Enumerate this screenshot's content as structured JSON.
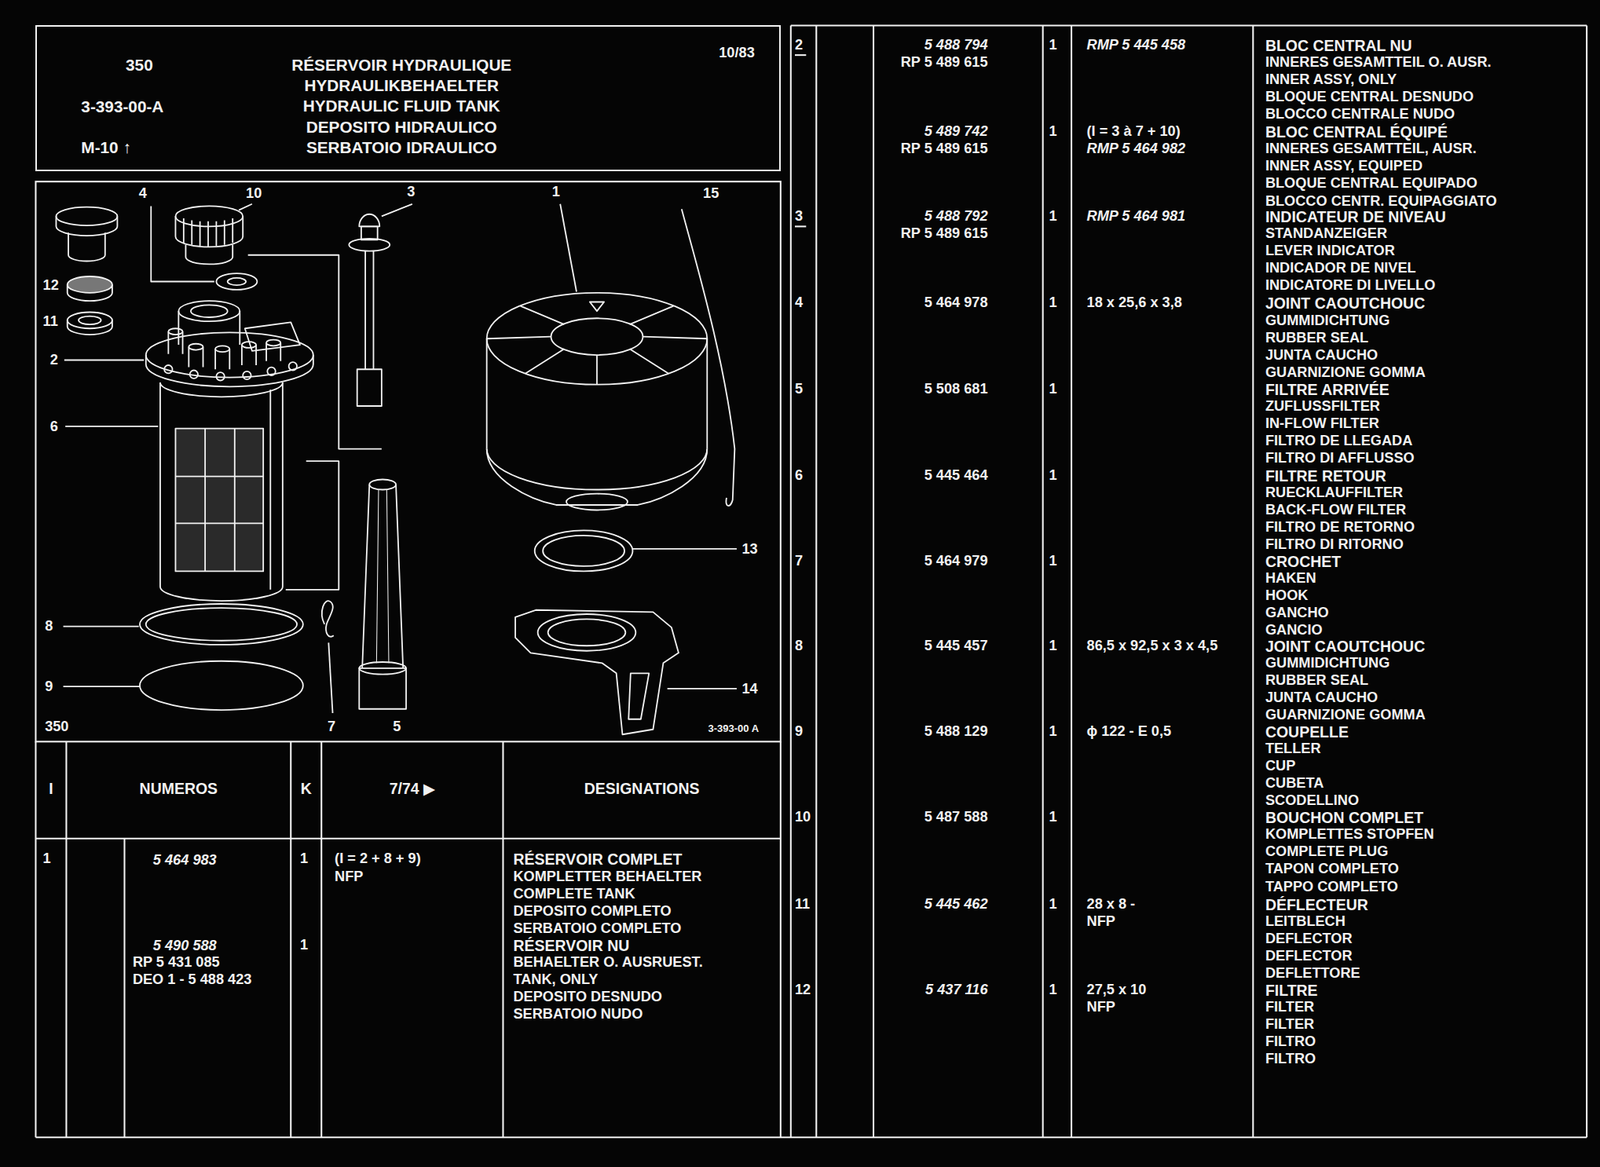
{
  "diagram": {
    "title": "RÉSERVOIR HYDRAULIQUE",
    "nodes": [
      {
        "text": [
          "350",
          "3-393-00-A",
          "M-10 ↑",
          "HYDRAULIKBEHAELTER",
          "HYDRAULIC FLUID TANK",
          "DEPOSITO HIDRAULICO",
          "SERBATOIO IDRAULICO",
          "10/83"
        ]
      }
    ],
    "labels": [
      "4",
      "10",
      "3",
      "1",
      "15",
      "12",
      "11",
      "2",
      "6",
      "13",
      "8",
      "9",
      "14",
      "350",
      "7",
      "5",
      "3-393-00 A",
      "I",
      "NUMEROS",
      "K",
      "7/74 ▶",
      "DESIGNATIONS",
      "1",
      "5 464 983",
      "1",
      "(I = 2 + 8 + 9)",
      "NFP",
      "RÉSERVOIR COMPLET",
      "KOMPLETTER BEHAELTER",
      "COMPLETE TANK",
      "DEPOSITO COMPLETO",
      "SERBATOIO COMPLETO",
      "5 490 588",
      "RP 5 431 085",
      "DEO 1 - 5 488 423",
      "1",
      "RÉSERVOIR NU",
      "BEHAELTER O. AUSRUEST.",
      "TANK, ONLY",
      "DEPOSITO DESNUDO",
      "SERBATOIO NUDO",
      "2",
      "5 488 794",
      "RP 5 489 615",
      "1",
      "RMP 5 445 458",
      "BLOC CENTRAL NU",
      "INNERES GESAMTTEIL O. AUSR.",
      "INNER ASSY, ONLY",
      "BLOQUE CENTRAL DESNUDO",
      "BLOCCO CENTRALE NUDO",
      "5 489 742",
      "RP 5 489 615",
      "1",
      "(I = 3 à 7 + 10)",
      "RMP 5 464 982",
      "BLOC CENTRAL ÉQUIPÉ",
      "INNERES GESAMTTEIL, AUSR.",
      "INNER ASSY, EQUIPED",
      "BLOQUE CENTRAL EQUIPADO",
      "BLOCCO CENTR. EQUIPAGGIATO",
      "3",
      "5 488 792",
      "RP 5 489 615",
      "1",
      "RMP 5 464 981",
      "INDICATEUR DE NIVEAU",
      "STANDANZEIGER",
      "LEVER INDICATOR",
      "INDICADOR DE NIVEL",
      "INDICATORE DI LIVELLO",
      "4",
      "5 464 978",
      "1",
      "18 x 25,6 x 3,8",
      "JOINT CAOUTCHOUC",
      "GUMMIDICHTUNG",
      "RUBBER SEAL",
      "JUNTA CAUCHO",
      "GUARNIZIONE GOMMA",
      "5",
      "5 508 681",
      "1",
      "FILTRE ARRIVÉE",
      "ZUFLUSSFILTER",
      "IN-FLOW FILTER",
      "FILTRO DE LLEGADA",
      "FILTRO DI AFFLUSSO",
      "6",
      "5 445 464",
      "1",
      "FILTRE RETOUR",
      "RUECKLAUFFILTER",
      "BACK-FLOW FILTER",
      "FILTRO DE RETORNO",
      "FILTRO DI RITORNO",
      "7",
      "5 464 979",
      "1",
      "CROCHET",
      "HAKEN",
      "HOOK",
      "GANCHO",
      "GANCIO",
      "8",
      "5 445 457",
      "1",
      "86,5 x 92,5 x 3 x 4,5",
      "JOINT CAOUTCHOUC",
      "GUMMIDICHTUNG",
      "RUBBER SEAL",
      "JUNTA CAUCHO",
      "GUARNIZIONE GOMMA",
      "9",
      "5 488 129",
      "1",
      "ϕ 122 - E 0,5",
      "COUPELLE",
      "TELLER",
      "CUP",
      "CUBETA",
      "SCODELLINO",
      "10",
      "5 487 588",
      "1",
      "BOUCHON COMPLET",
      "KOMPLETTES STOPFEN",
      "COMPLETE PLUG",
      "TAPON COMPLETO",
      "TAPPO COMPLETO",
      "11",
      "5 445 462",
      "1",
      "28 x 8 -",
      "NFP",
      "DÉFLECTEUR",
      "LEITBLECH",
      "DEFLECTOR",
      "DEFLECTOR",
      "DEFLETTORE",
      "12",
      "5 437 116",
      "1",
      "27,5 x 10",
      "NFP",
      "FILTRE",
      "FILTER",
      "FILTER",
      "FILTRO",
      "FILTRO"
    ]
  }
}
